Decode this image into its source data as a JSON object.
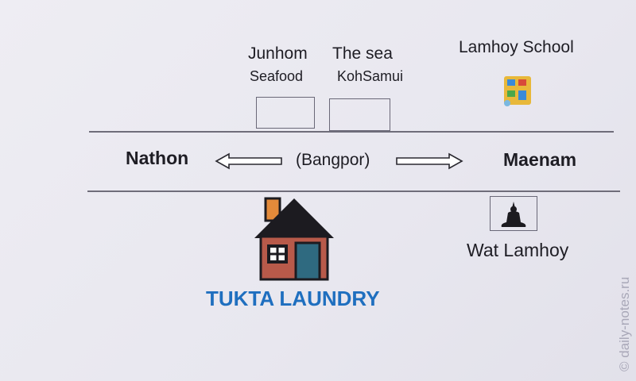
{
  "places": {
    "junhom_line1": "Junhom",
    "junhom_line2": "Seafood",
    "thesea_line1": "The sea",
    "thesea_line2": "KohSamui",
    "school": "Lamhoy School",
    "temple": "Wat Lamhoy"
  },
  "road": {
    "left": "Nathon",
    "center": "(Bangpor)",
    "right": "Maenam"
  },
  "business": {
    "name": "TUKTA LAUNDRY",
    "color": "#1f6fbf"
  },
  "watermark": "© daily-notes.ru"
}
